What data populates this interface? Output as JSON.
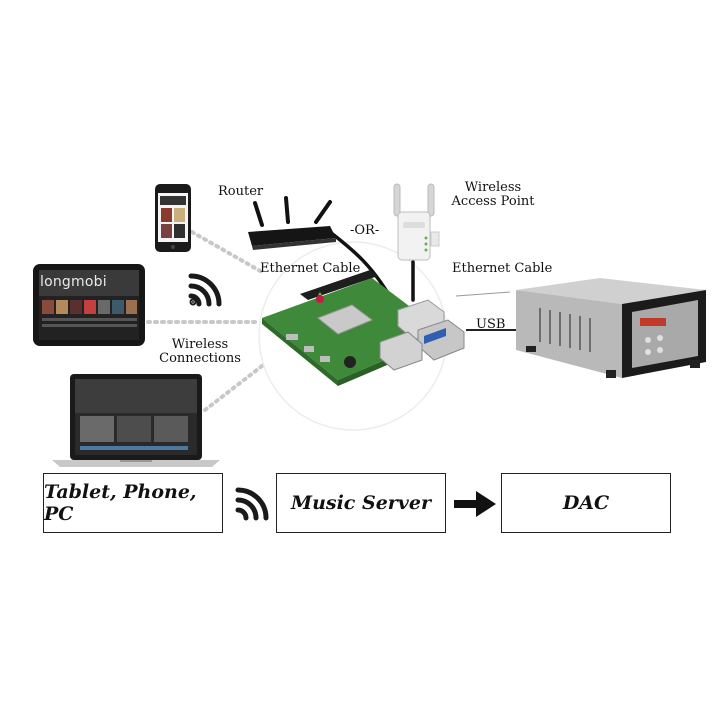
{
  "labels": {
    "router": "Router",
    "or": "-OR-",
    "wireless_ap_line1": "Wireless",
    "wireless_ap_line2": "Access Point",
    "ethernet_left": "Ethernet Cable",
    "ethernet_right": "Ethernet Cable",
    "usb": "USB",
    "wireless_conn_line1": "Wireless",
    "wireless_conn_line2": "Connections",
    "tablet_brand": "longmobi"
  },
  "flow": {
    "source": "Tablet, Phone, PC",
    "server": "Music Server",
    "dac": "DAC"
  },
  "icons": [
    "wifi-icon",
    "arrow-right-icon"
  ],
  "colors": {
    "board_green": "#3f8a3a",
    "chassis_silver": "#b9b9b9",
    "chassis_black": "#1b1b1b",
    "dac_display_red": "#c0392b"
  }
}
